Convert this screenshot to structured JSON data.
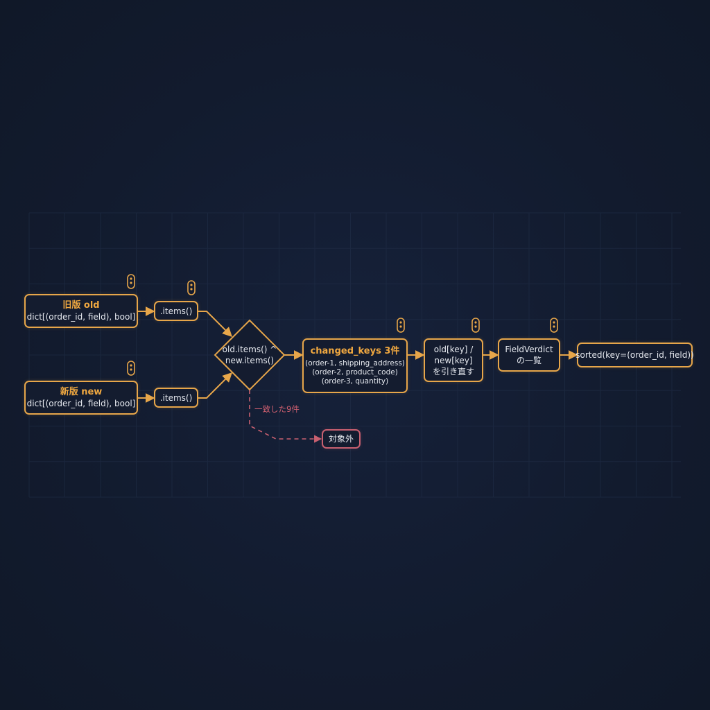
{
  "nodes": {
    "old_input": {
      "title": "旧版 old",
      "type": "dict[(order_id, field), bool]"
    },
    "new_input": {
      "title": "新版 new",
      "type": "dict[(order_id, field), bool]"
    },
    "old_items": {
      "label": ".items()"
    },
    "new_items": {
      "label": ".items()"
    },
    "xor": {
      "line1": "old.items() ^",
      "line2": "new.items()"
    },
    "changed": {
      "title": "changed_keys 3件",
      "keys": [
        "(order-1, shipping_address)",
        "(order-2, product_code)",
        "(order-3, quantity)"
      ]
    },
    "lookup": {
      "line1": "old[key] /",
      "line2": "new[key]",
      "line3": "を引き直す"
    },
    "verdict": {
      "line1": "FieldVerdict",
      "line2": "の一覧"
    },
    "sorted": {
      "label": "sorted(key=(order_id, field))"
    },
    "excluded": {
      "label": "対象外"
    }
  },
  "edges": {
    "matched_label": "一致した9件"
  },
  "colors": {
    "accent": "#e7a64a",
    "excluded": "#c96070",
    "background": "#121b2e"
  },
  "icons": [
    "probe-icon"
  ]
}
